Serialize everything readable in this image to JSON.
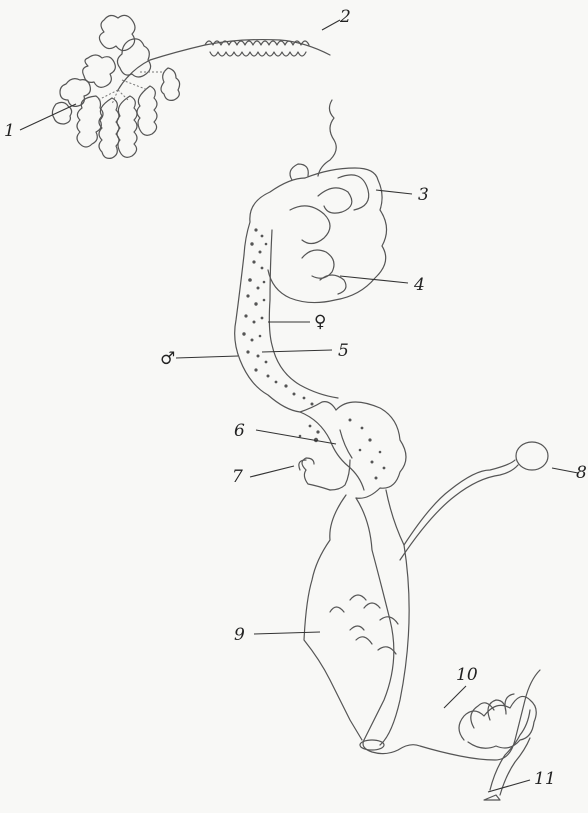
{
  "labels": {
    "l1": "1",
    "l2": "2",
    "l3": "3",
    "l4": "4",
    "l5": "5",
    "l6": "6",
    "l7": "7",
    "l8": "8",
    "l9": "9",
    "l10": "10",
    "l11": "11",
    "female": "♀",
    "male": "♂"
  }
}
